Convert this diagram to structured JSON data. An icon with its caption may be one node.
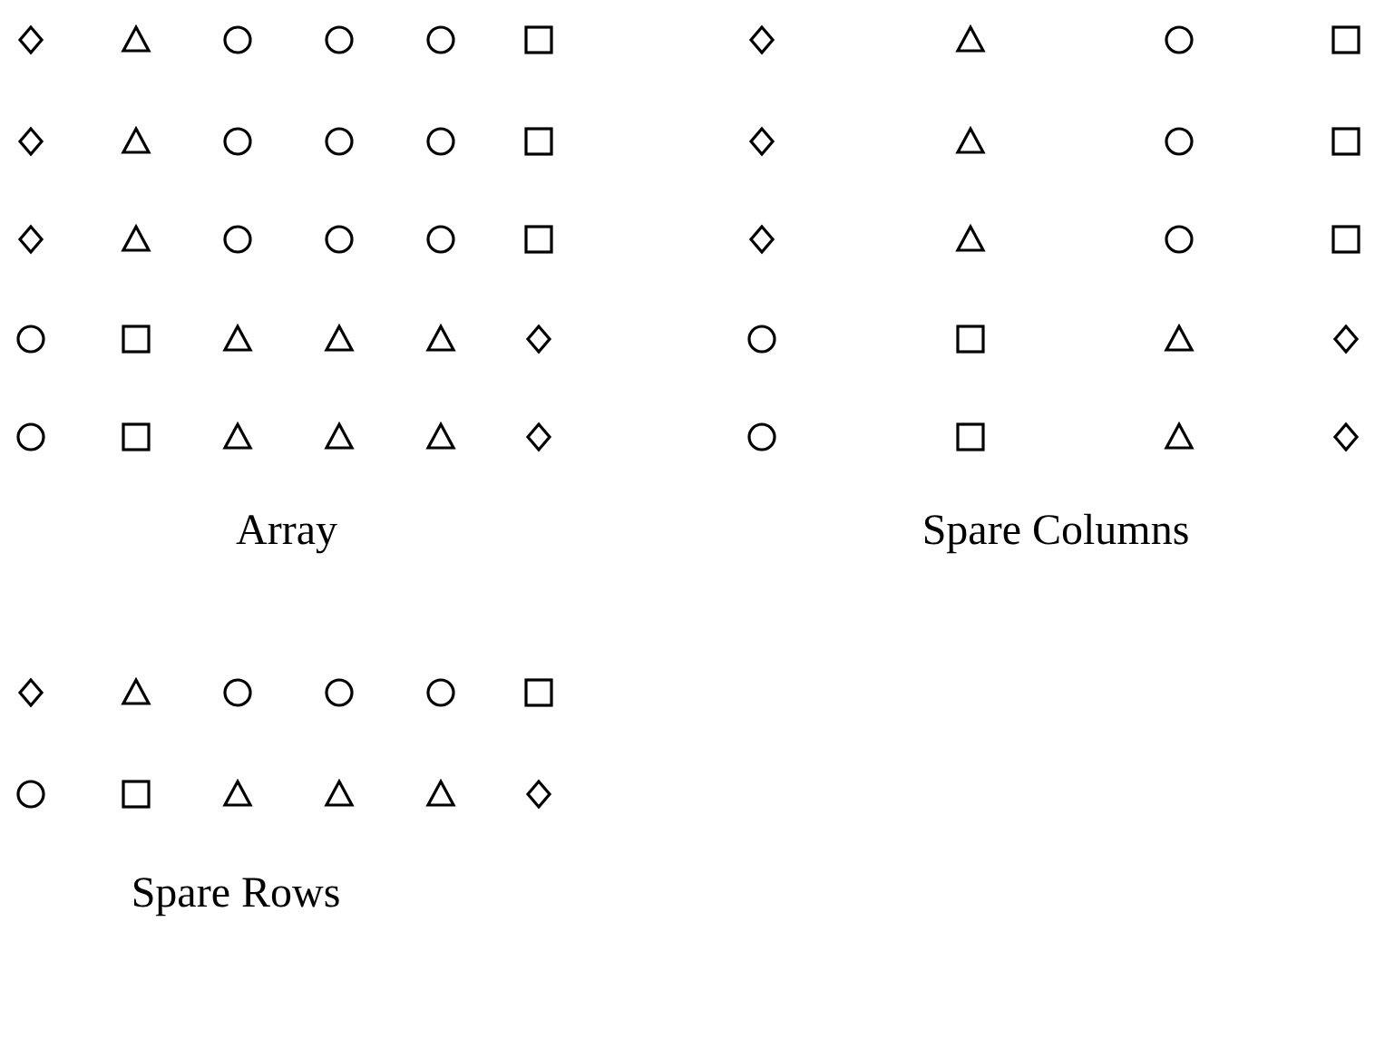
{
  "diagram": {
    "labels": [
      "Array",
      "Spare Columns",
      "Spare Rows"
    ]
  }
}
